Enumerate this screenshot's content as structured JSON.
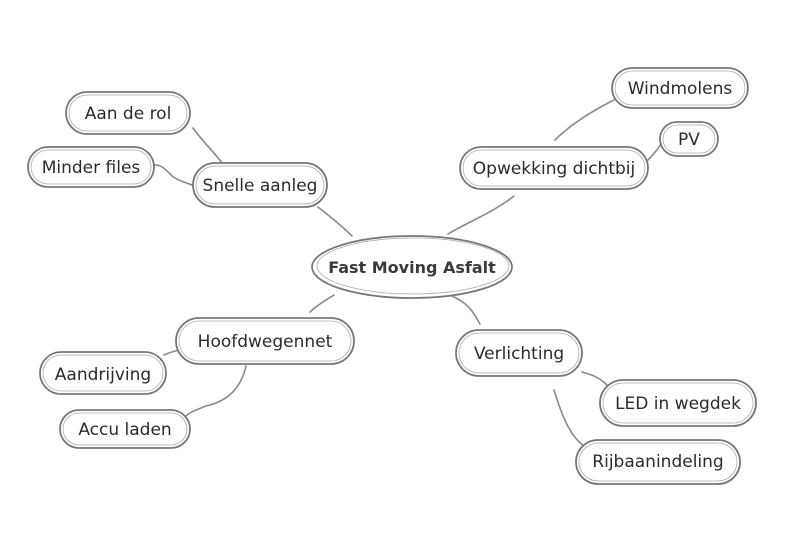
{
  "mindmap": {
    "center": "Fast Moving Asfalt",
    "nodes": {
      "snelle_aanleg": "Snelle aanleg",
      "aan_de_rol": "Aan de rol",
      "minder_files": "Minder files",
      "opwekking": "Opwekking dichtbij",
      "windmolens": "Windmolens",
      "pv": "PV",
      "hoofdwegennet": "Hoofdwegennet",
      "aandrijving": "Aandrijving",
      "accu_laden": "Accu laden",
      "verlichting": "Verlichting",
      "led_in_wegdek": "LED in wegdek",
      "rijbaanindeling": "Rijbaanindeling"
    }
  }
}
